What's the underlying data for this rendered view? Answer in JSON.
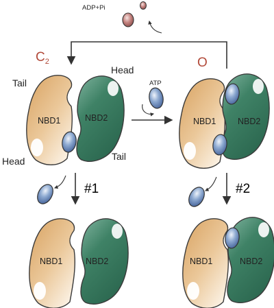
{
  "labels": {
    "adp_pi": "ADP+Pi",
    "atp": "ATP",
    "state_c2_main": "C",
    "state_c2_sub": "2",
    "state_o": "O",
    "tail": "Tail",
    "head": "Head",
    "nbd1": "NBD1",
    "nbd2": "NBD2",
    "step1": "#1",
    "step2": "#2"
  },
  "colors": {
    "nbd1_fill": "#e4b67e",
    "nbd2_fill": "#3f8266",
    "atp_fill": "#6e8ebd",
    "adp_fill": "#b0706e",
    "state_label": "#b24a3a"
  }
}
